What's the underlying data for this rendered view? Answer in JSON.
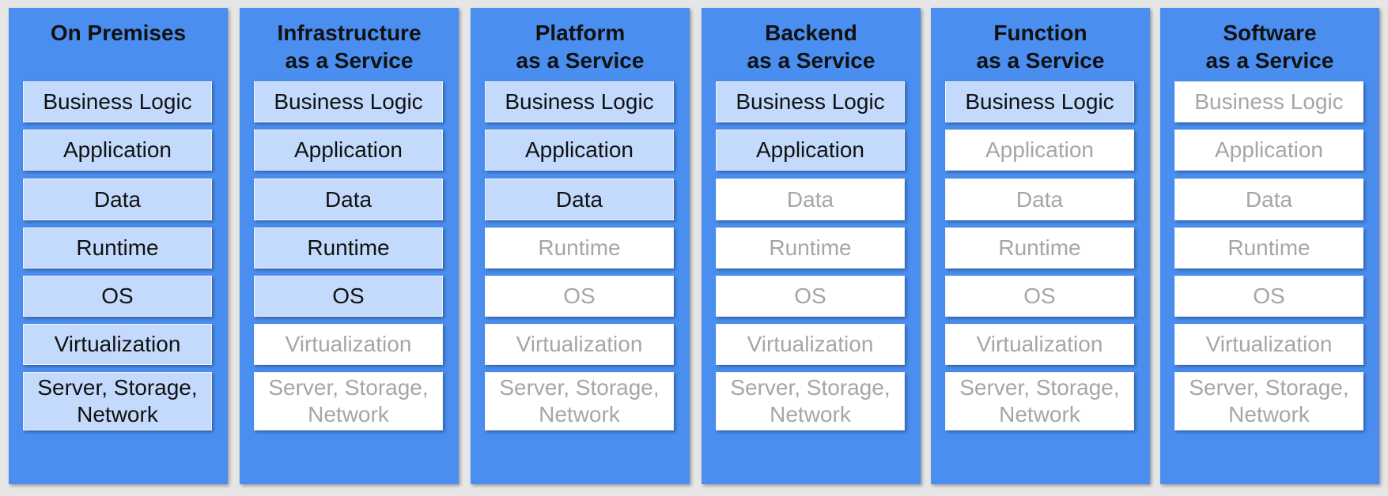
{
  "columns": [
    {
      "title_line1": "On Premises",
      "title_line2": "",
      "layers": [
        {
          "label": "Business Logic",
          "state": "managed"
        },
        {
          "label": "Application",
          "state": "managed"
        },
        {
          "label": "Data",
          "state": "managed"
        },
        {
          "label": "Runtime",
          "state": "managed"
        },
        {
          "label": "OS",
          "state": "managed"
        },
        {
          "label": "Virtualization",
          "state": "managed"
        },
        {
          "label_line1": "Server, Storage,",
          "label_line2": "Network",
          "state": "managed"
        }
      ]
    },
    {
      "title_line1": "Infrastructure",
      "title_line2": "as a Service",
      "layers": [
        {
          "label": "Business Logic",
          "state": "managed"
        },
        {
          "label": "Application",
          "state": "managed"
        },
        {
          "label": "Data",
          "state": "managed"
        },
        {
          "label": "Runtime",
          "state": "managed"
        },
        {
          "label": "OS",
          "state": "managed"
        },
        {
          "label": "Virtualization",
          "state": "provided"
        },
        {
          "label_line1": "Server, Storage,",
          "label_line2": "Network",
          "state": "provided"
        }
      ]
    },
    {
      "title_line1": "Platform",
      "title_line2": "as a Service",
      "layers": [
        {
          "label": "Business Logic",
          "state": "managed"
        },
        {
          "label": "Application",
          "state": "managed"
        },
        {
          "label": "Data",
          "state": "managed"
        },
        {
          "label": "Runtime",
          "state": "provided"
        },
        {
          "label": "OS",
          "state": "provided"
        },
        {
          "label": "Virtualization",
          "state": "provided"
        },
        {
          "label_line1": "Server, Storage,",
          "label_line2": "Network",
          "state": "provided"
        }
      ]
    },
    {
      "title_line1": "Backend",
      "title_line2": "as a Service",
      "layers": [
        {
          "label": "Business Logic",
          "state": "managed"
        },
        {
          "label": "Application",
          "state": "managed"
        },
        {
          "label": "Data",
          "state": "provided"
        },
        {
          "label": "Runtime",
          "state": "provided"
        },
        {
          "label": "OS",
          "state": "provided"
        },
        {
          "label": "Virtualization",
          "state": "provided"
        },
        {
          "label_line1": "Server, Storage,",
          "label_line2": "Network",
          "state": "provided"
        }
      ]
    },
    {
      "title_line1": "Function",
      "title_line2": "as a Service",
      "layers": [
        {
          "label": "Business Logic",
          "state": "managed"
        },
        {
          "label": "Application",
          "state": "provided"
        },
        {
          "label": "Data",
          "state": "provided"
        },
        {
          "label": "Runtime",
          "state": "provided"
        },
        {
          "label": "OS",
          "state": "provided"
        },
        {
          "label": "Virtualization",
          "state": "provided"
        },
        {
          "label_line1": "Server, Storage,",
          "label_line2": "Network",
          "state": "provided"
        }
      ]
    },
    {
      "title_line1": "Software",
      "title_line2": "as a Service",
      "layers": [
        {
          "label": "Business Logic",
          "state": "provided"
        },
        {
          "label": "Application",
          "state": "provided"
        },
        {
          "label": "Data",
          "state": "provided"
        },
        {
          "label": "Runtime",
          "state": "provided"
        },
        {
          "label": "OS",
          "state": "provided"
        },
        {
          "label": "Virtualization",
          "state": "provided"
        },
        {
          "label_line1": "Server, Storage,",
          "label_line2": "Network",
          "state": "provided"
        }
      ]
    }
  ],
  "colors": {
    "column_background": "#4a8ef0",
    "managed_fill": "#c3dafc",
    "managed_text": "#111111",
    "provided_fill": "#ffffff",
    "provided_text": "#a6a6a6"
  }
}
